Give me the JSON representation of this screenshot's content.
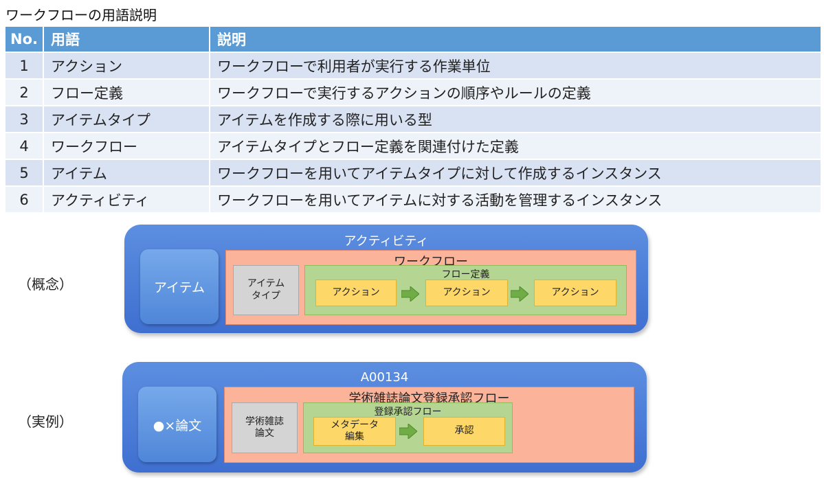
{
  "title": "ワークフローの用語説明",
  "table": {
    "headers": [
      "No.",
      "用語",
      "説明"
    ],
    "rows": [
      [
        "1",
        "アクション",
        "ワークフローで利用者が実行する作業単位"
      ],
      [
        "2",
        "フロー定義",
        "ワークフローで実行するアクションの順序やルールの定義"
      ],
      [
        "3",
        "アイテムタイプ",
        "アイテムを作成する際に用いる型"
      ],
      [
        "4",
        "ワークフロー",
        "アイテムタイプとフロー定義を関連付けた定義"
      ],
      [
        "5",
        "アイテム",
        "ワークフローを用いてアイテムタイプに対して作成するインスタンス"
      ],
      [
        "6",
        "アクティビティ",
        "ワークフローを用いてアイテムに対する活動を管理するインスタンス"
      ]
    ]
  },
  "concept": {
    "label": "（概念）",
    "activity": "アクティビティ",
    "item": "アイテム",
    "workflow": "ワークフロー",
    "item_type_line1": "アイテム",
    "item_type_line2": "タイプ",
    "flow_def": "フロー定義",
    "actions": [
      "アクション",
      "アクション",
      "アクション"
    ]
  },
  "example": {
    "label": "（実例）",
    "activity": "A00134",
    "item": "●×論文",
    "workflow": "学術雑誌論文登録承認フロー",
    "item_type_line1": "学術雑誌",
    "item_type_line2": "論文",
    "flow_def": "登録承認フロー",
    "action1_line1": "メタデータ",
    "action1_line2": "編集",
    "action2": "承認"
  },
  "colors": {
    "header": "#5b9bd5",
    "activity": "#4472c4",
    "item": "#5b9bd5",
    "workflow": "#fbb39a",
    "item_type": "#d4d4d4",
    "flow_def": "#b5d692",
    "action": "#fdd868",
    "arrow": "#70ad47"
  }
}
